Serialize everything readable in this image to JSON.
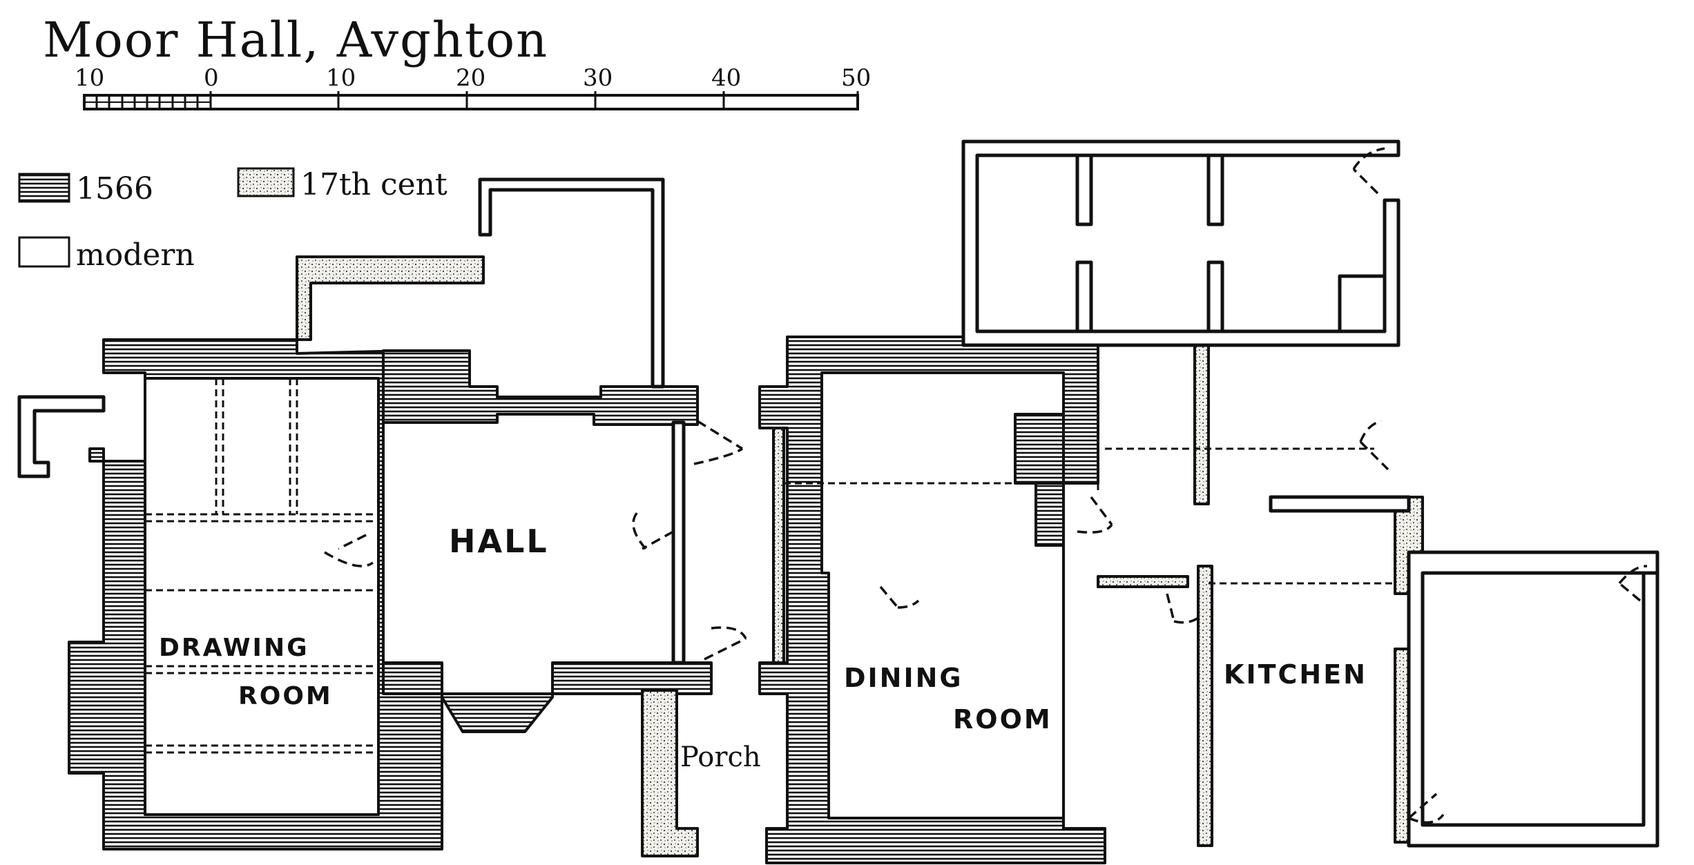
{
  "title": "Moor Hall, Avghton",
  "scale": {
    "ticks": [
      "10",
      "0",
      "10",
      "20",
      "30",
      "40",
      "50"
    ]
  },
  "legend": [
    {
      "label": "1566",
      "pattern": "hatched"
    },
    {
      "label": "17th cent",
      "pattern": "stippled"
    },
    {
      "label": "modern",
      "pattern": "plain"
    }
  ],
  "rooms": {
    "hall": "HALL",
    "drawing_line1": "DRAWING",
    "drawing_line2": "ROOM",
    "dining_line1": "DINING",
    "dining_line2": "ROOM",
    "kitchen": "KITCHEN",
    "porch": "Porch"
  },
  "colors": {
    "ink": "#111111",
    "paper": "#ffffff",
    "stipple": "#e8e4dc"
  }
}
